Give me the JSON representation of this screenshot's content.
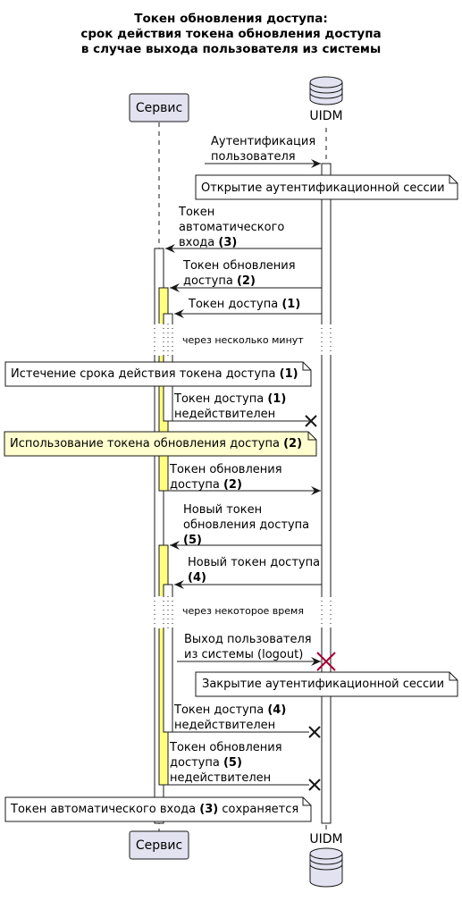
{
  "title": {
    "line1": "Токен обновления доступа:",
    "line2": "срок действия токена обновления доступа",
    "line3": "в случае выхода пользователя из системы"
  },
  "participants": {
    "service": "Сервис",
    "uidm": "UIDM"
  },
  "colors": {
    "participant_fill": "#E2E2F0",
    "participant_border": "#181818",
    "activation_white": "#FFFFFF",
    "activation_yellow": "#FFFF80",
    "note_white": "#FFFFFF",
    "note_yellow": "#FEFECE",
    "destroy_red": "#A80036"
  },
  "messages": {
    "m1": {
      "l1": "Аутентификация",
      "l2": "пользователя"
    },
    "n1": "Открытие аутентификационной сессии",
    "m2": {
      "l1": "Токен",
      "l2": "автоматического",
      "l3a": "входа ",
      "l3b": "(3)"
    },
    "m3": {
      "l1": "Токен обновления",
      "l2a": "доступа ",
      "l2b": "(2)"
    },
    "m4": {
      "a": "Токен доступа ",
      "b": "(1)"
    },
    "d1": "через несколько минут",
    "n2": {
      "a": "Истечение срока действия токена доступа ",
      "b": "(1)"
    },
    "m5": {
      "l1a": "Токен доступа ",
      "l1b": "(1)",
      "l2": "недействителен"
    },
    "n3": {
      "a": "Использование токена обновления доступа ",
      "b": "(2)"
    },
    "m6": {
      "l1": "Токен обновления",
      "l2a": "доступа ",
      "l2b": "(2)"
    },
    "m7": {
      "l1": "Новый токен",
      "l2": "обновления доступа",
      "l3": "(5)"
    },
    "m8": {
      "l1": "Новый токен доступа",
      "l2": "(4)"
    },
    "d2": "через некоторое время",
    "m9": {
      "l1": "Выход пользователя",
      "l2": "из системы (logout)"
    },
    "n4": "Закрытие аутентификационной сессии",
    "m10": {
      "l1a": "Токен доступа ",
      "l1b": "(4)",
      "l2": "недействителен"
    },
    "m11": {
      "l1": "Токен обновления",
      "l2a": "доступа ",
      "l2b": "(5)",
      "l3": "недействителен"
    },
    "n5": {
      "a": "Токен автоматического входа ",
      "b": "(3)",
      "c": " сохраняется"
    }
  }
}
